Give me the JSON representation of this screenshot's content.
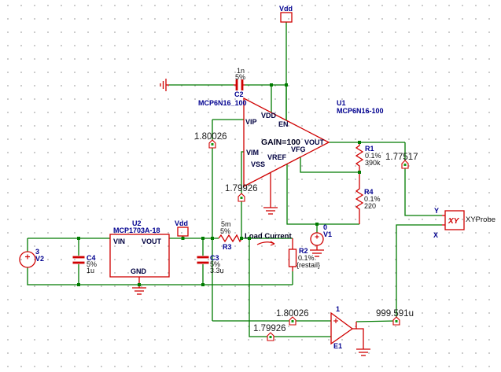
{
  "schematic": {
    "power_net": {
      "vdd_top": "Vdd",
      "vdd_mid": "Vdd"
    },
    "u1": {
      "designator": "U1",
      "part_number": "MCP6N16-100",
      "model_label": "MCP6N16_100",
      "gain_text": "GAIN=100",
      "pin_vdd": "VDD",
      "pin_vip": "VIP",
      "pin_en": "EN",
      "pin_vout": "VOUT",
      "pin_vfg": "VFG",
      "pin_vim": "VIM",
      "pin_vref": "VREF",
      "pin_vss": "VSS"
    },
    "u2": {
      "designator": "U2",
      "part_number": "MCP1703A-18",
      "pin_vin": "VIN",
      "pin_vout": "VOUT",
      "pin_gnd": "GND"
    },
    "r1": {
      "designator": "R1",
      "tolerance": "0.1%",
      "value": "390k"
    },
    "r2": {
      "designator": "R2",
      "tolerance": "0.1%",
      "value": "{restail}"
    },
    "r3": {
      "designator": "R3",
      "value": "5m",
      "tolerance": "5%"
    },
    "r4": {
      "designator": "R4",
      "tolerance": "0.1%",
      "value": "220"
    },
    "c2": {
      "designator": "C2",
      "value": "1n",
      "tolerance": "5%"
    },
    "c3": {
      "designator": "C3",
      "tolerance": "5%",
      "value": "3.3u"
    },
    "c4": {
      "designator": "C4",
      "tolerance": "5%",
      "value": "1u"
    },
    "v1": {
      "designator": "V1",
      "value": "0"
    },
    "v2": {
      "designator": "V2",
      "value": "3"
    },
    "e1": {
      "designator": "E1",
      "value": "1"
    },
    "annotations": {
      "load_current": "Load Current"
    },
    "xy_probe": {
      "name": "XYProbe",
      "box_label": "XY",
      "input_y": "Y",
      "input_x": "X"
    },
    "readings": {
      "vip": "1.80026",
      "vim": "1.79926",
      "vout": "1.77517",
      "e1_plus": "1.80026",
      "e1_minus": "1.79926",
      "e1_out": "999.591u"
    }
  }
}
